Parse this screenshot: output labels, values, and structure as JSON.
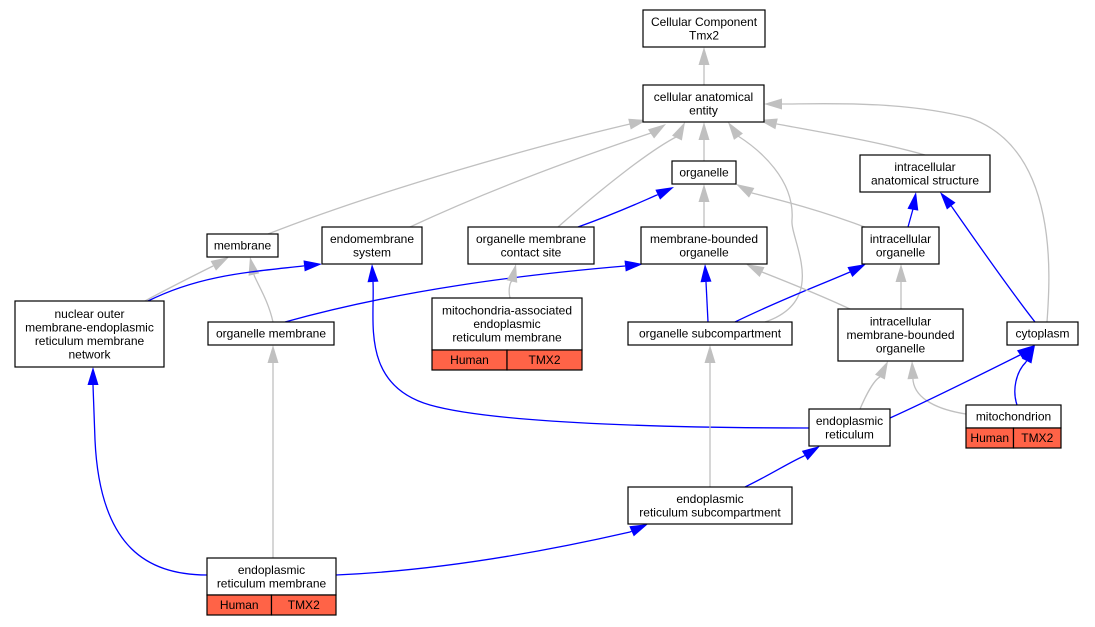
{
  "colors": {
    "is_a_edge": "#c0c0c0",
    "part_of_edge": "#0000ff",
    "annotation_fill": "#ff6347"
  },
  "nodes": [
    {
      "id": "root",
      "lines": [
        "Cellular Component",
        "Tmx2"
      ]
    },
    {
      "id": "cae",
      "lines": [
        "cellular anatomical",
        "entity"
      ]
    },
    {
      "id": "organelle",
      "lines": [
        "organelle"
      ]
    },
    {
      "id": "ias",
      "lines": [
        "intracellular",
        "anatomical structure"
      ]
    },
    {
      "id": "membrane",
      "lines": [
        "membrane"
      ]
    },
    {
      "id": "endomembrane",
      "lines": [
        "endomembrane",
        "system"
      ]
    },
    {
      "id": "omcs",
      "lines": [
        "organelle membrane",
        "contact site"
      ]
    },
    {
      "id": "mbo",
      "lines": [
        "membrane-bounded",
        "organelle"
      ]
    },
    {
      "id": "io",
      "lines": [
        "intracellular",
        "organelle"
      ]
    },
    {
      "id": "nuclear",
      "lines": [
        "nuclear outer",
        "membrane-endoplasmic",
        "reticulum membrane",
        "network"
      ]
    },
    {
      "id": "orgmem",
      "lines": [
        "organelle membrane"
      ]
    },
    {
      "id": "mam",
      "lines": [
        "mitochondria-associated",
        "endoplasmic",
        "reticulum membrane"
      ],
      "tags": [
        "Human",
        "TMX2"
      ]
    },
    {
      "id": "osub",
      "lines": [
        "organelle subcompartment"
      ]
    },
    {
      "id": "imbo",
      "lines": [
        "intracellular",
        "membrane-bounded",
        "organelle"
      ]
    },
    {
      "id": "cyto",
      "lines": [
        "cytoplasm"
      ]
    },
    {
      "id": "er",
      "lines": [
        "endoplasmic",
        "reticulum"
      ]
    },
    {
      "id": "mito",
      "lines": [
        "mitochondrion"
      ],
      "tags": [
        "Human",
        "TMX2"
      ]
    },
    {
      "id": "ersub",
      "lines": [
        "endoplasmic",
        "reticulum subcompartment"
      ]
    },
    {
      "id": "erm",
      "lines": [
        "endoplasmic",
        "reticulum membrane"
      ],
      "tags": [
        "Human",
        "TMX2"
      ]
    }
  ],
  "edges": [
    {
      "from": "cae",
      "to": "root",
      "type": "is_a"
    },
    {
      "from": "organelle",
      "to": "cae",
      "type": "is_a"
    },
    {
      "from": "ias",
      "to": "cae",
      "type": "is_a"
    },
    {
      "from": "membrane",
      "to": "cae",
      "type": "is_a"
    },
    {
      "from": "endomembrane",
      "to": "cae",
      "type": "is_a"
    },
    {
      "from": "omcs",
      "to": "cae",
      "type": "is_a"
    },
    {
      "from": "osub",
      "to": "cae",
      "type": "is_a"
    },
    {
      "from": "cyto",
      "to": "cae",
      "type": "is_a"
    },
    {
      "from": "omcs",
      "to": "organelle",
      "type": "part_of"
    },
    {
      "from": "mbo",
      "to": "organelle",
      "type": "is_a"
    },
    {
      "from": "io",
      "to": "organelle",
      "type": "is_a"
    },
    {
      "from": "io",
      "to": "ias",
      "type": "part_of"
    },
    {
      "from": "cyto",
      "to": "ias",
      "type": "part_of"
    },
    {
      "from": "nuclear",
      "to": "membrane",
      "type": "is_a"
    },
    {
      "from": "orgmem",
      "to": "membrane",
      "type": "is_a"
    },
    {
      "from": "nuclear",
      "to": "endomembrane",
      "type": "part_of"
    },
    {
      "from": "orgmem",
      "to": "mbo",
      "type": "part_of"
    },
    {
      "from": "mam",
      "to": "omcs",
      "type": "is_a"
    },
    {
      "from": "osub",
      "to": "mbo",
      "type": "part_of"
    },
    {
      "from": "osub",
      "to": "io",
      "type": "part_of"
    },
    {
      "from": "imbo",
      "to": "mbo",
      "type": "is_a"
    },
    {
      "from": "imbo",
      "to": "io",
      "type": "is_a"
    },
    {
      "from": "er",
      "to": "imbo",
      "type": "is_a"
    },
    {
      "from": "mito",
      "to": "imbo",
      "type": "is_a"
    },
    {
      "from": "er",
      "to": "endomembrane",
      "type": "part_of"
    },
    {
      "from": "er",
      "to": "cyto",
      "type": "part_of"
    },
    {
      "from": "mito",
      "to": "cyto",
      "type": "part_of"
    },
    {
      "from": "ersub",
      "to": "osub",
      "type": "is_a"
    },
    {
      "from": "ersub",
      "to": "er",
      "type": "part_of"
    },
    {
      "from": "erm",
      "to": "orgmem",
      "type": "is_a"
    },
    {
      "from": "erm",
      "to": "nuclear",
      "type": "part_of"
    },
    {
      "from": "erm",
      "to": "ersub",
      "type": "part_of"
    }
  ]
}
